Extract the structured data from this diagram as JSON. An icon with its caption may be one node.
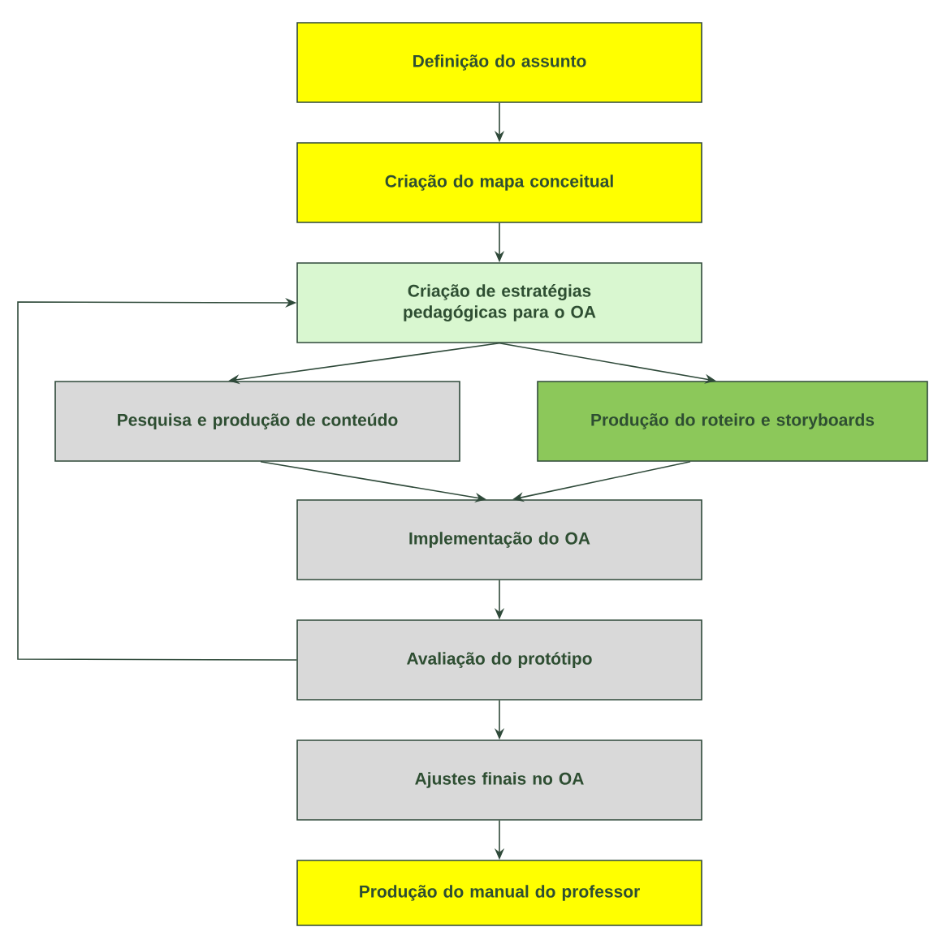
{
  "diagram": {
    "nodes": [
      {
        "text": [
          "Definição do assunto"
        ]
      },
      {
        "text": [
          "Criação do mapa conceitual"
        ]
      },
      {
        "text": [
          "Criação de estratégias pedagógicas para o OA"
        ]
      },
      {
        "text": [
          "Pesquisa e produção de conteúdo"
        ]
      },
      {
        "text": [
          "Produção do roteiro e storyboards"
        ]
      },
      {
        "text": [
          "Implementação do OA"
        ]
      },
      {
        "text": [
          "Avaliação do protótipo"
        ]
      },
      {
        "text": [
          "Ajustes finais no OA"
        ]
      },
      {
        "text": [
          "Produção do manual do professor"
        ]
      }
    ],
    "edges": [
      {
        "from": 0,
        "to": 1,
        "arrow": "to"
      },
      {
        "from": 1,
        "to": 2,
        "arrow": "to"
      },
      {
        "from": 2,
        "to": 3,
        "arrow": "to"
      },
      {
        "from": 2,
        "to": 4,
        "arrow": "to"
      },
      {
        "from": 3,
        "to": 5,
        "arrow": "to"
      },
      {
        "from": 4,
        "to": 5,
        "arrow": "to"
      },
      {
        "from": 5,
        "to": 6,
        "arrow": "to"
      },
      {
        "from": 6,
        "to": 2,
        "arrow": "to"
      },
      {
        "from": 6,
        "to": 7,
        "arrow": "to"
      },
      {
        "from": 7,
        "to": 8,
        "arrow": "to"
      }
    ]
  }
}
